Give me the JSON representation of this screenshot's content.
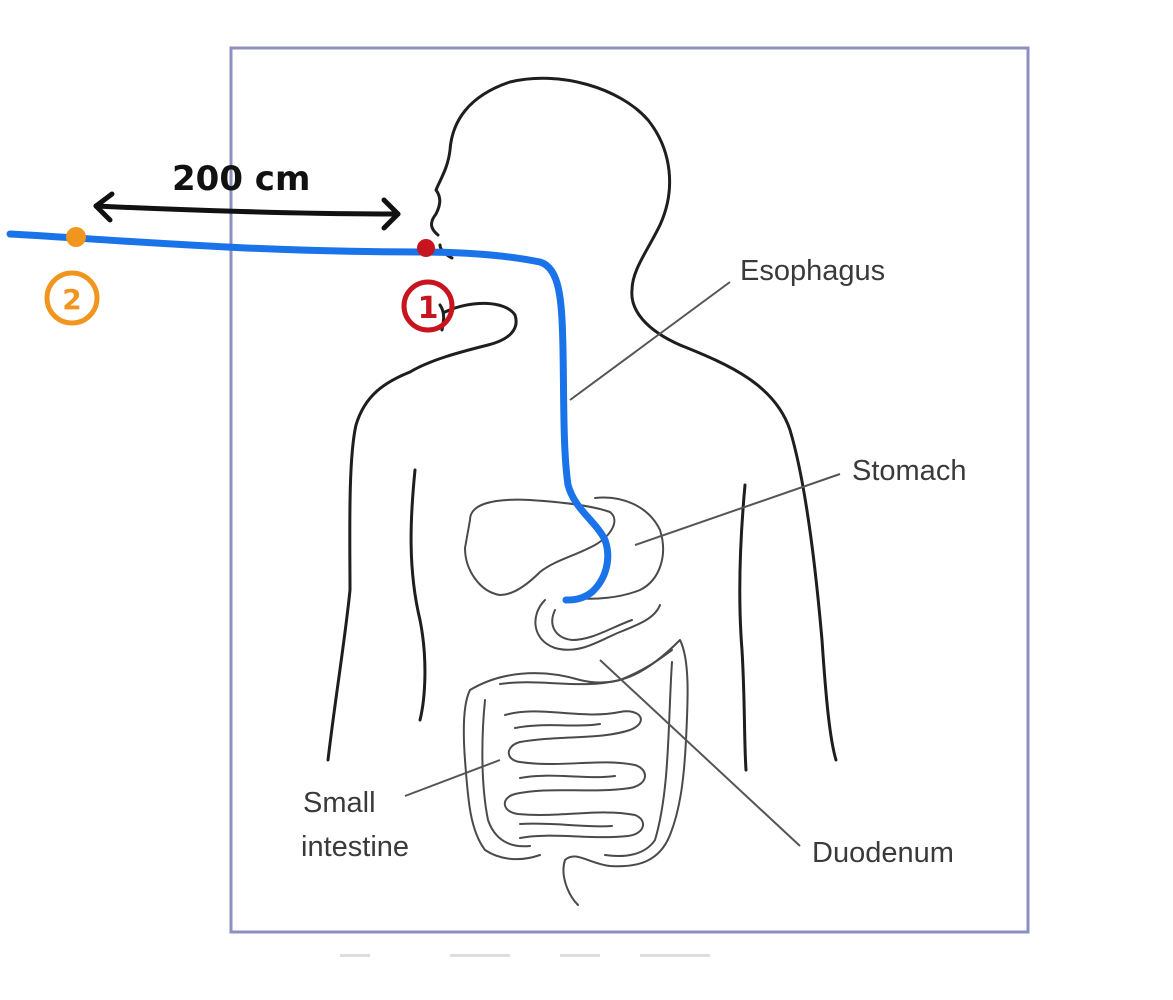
{
  "labels": {
    "esophagus": "Esophagus",
    "stomach": "Stomach",
    "small_intestine_line1": "Small",
    "small_intestine_line2": "intestine",
    "duodenum": "Duodenum"
  },
  "annotations": {
    "distance": "200 cm",
    "point1": "1",
    "point2": "2"
  },
  "colors": {
    "frame": "#8c8fc0",
    "tube": "#1a73e8",
    "point1": "#c8141e",
    "point2": "#f0961e",
    "outline": "#1e1e1e",
    "leader": "#555555",
    "organ": "#4a4a4a"
  }
}
